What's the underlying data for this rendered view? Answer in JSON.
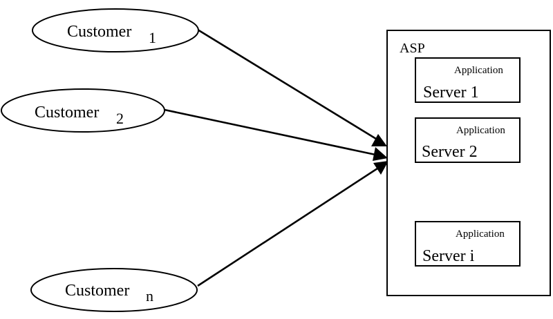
{
  "customers": [
    {
      "label": "Customer",
      "sub": "1"
    },
    {
      "label": "Customer",
      "sub": "2"
    },
    {
      "label": "Customer",
      "sub": "n"
    }
  ],
  "asp": {
    "label": "ASP",
    "servers": [
      {
        "small": "Application",
        "label": "Server 1"
      },
      {
        "small": "Application",
        "label": "Server 2"
      },
      {
        "small": "Application",
        "label": "Server i"
      }
    ]
  }
}
